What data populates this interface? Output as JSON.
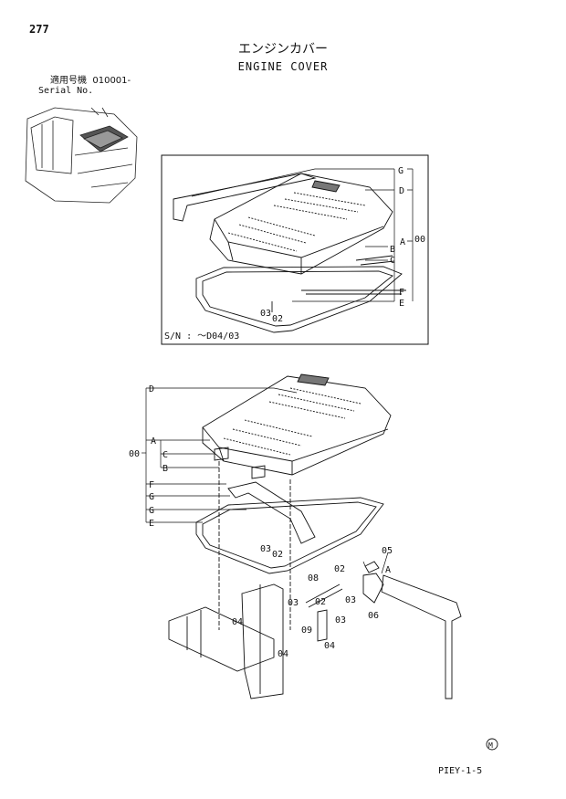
{
  "page_number": "277",
  "title_jp": "エンジンカバー",
  "title_en": "ENGINE COVER",
  "applicability_label": "適用号機",
  "serial_range": "010001-",
  "serial_label": "Serial No.",
  "upper_view": {
    "sn_note": "S/N :  ～D04/03",
    "callouts": [
      "G",
      "D",
      "A",
      "00",
      "B",
      "C",
      "F",
      "E",
      "03",
      "02"
    ]
  },
  "lower_view": {
    "callouts": [
      "D",
      "A",
      "00",
      "C",
      "B",
      "F",
      "G",
      "G",
      "E",
      "03",
      "02",
      "02",
      "03",
      "08",
      "05",
      "A",
      "02",
      "03",
      "03",
      "06",
      "09",
      "04",
      "04",
      "04"
    ]
  },
  "symbol_m": "M",
  "page_code": "PIEY-1-5"
}
